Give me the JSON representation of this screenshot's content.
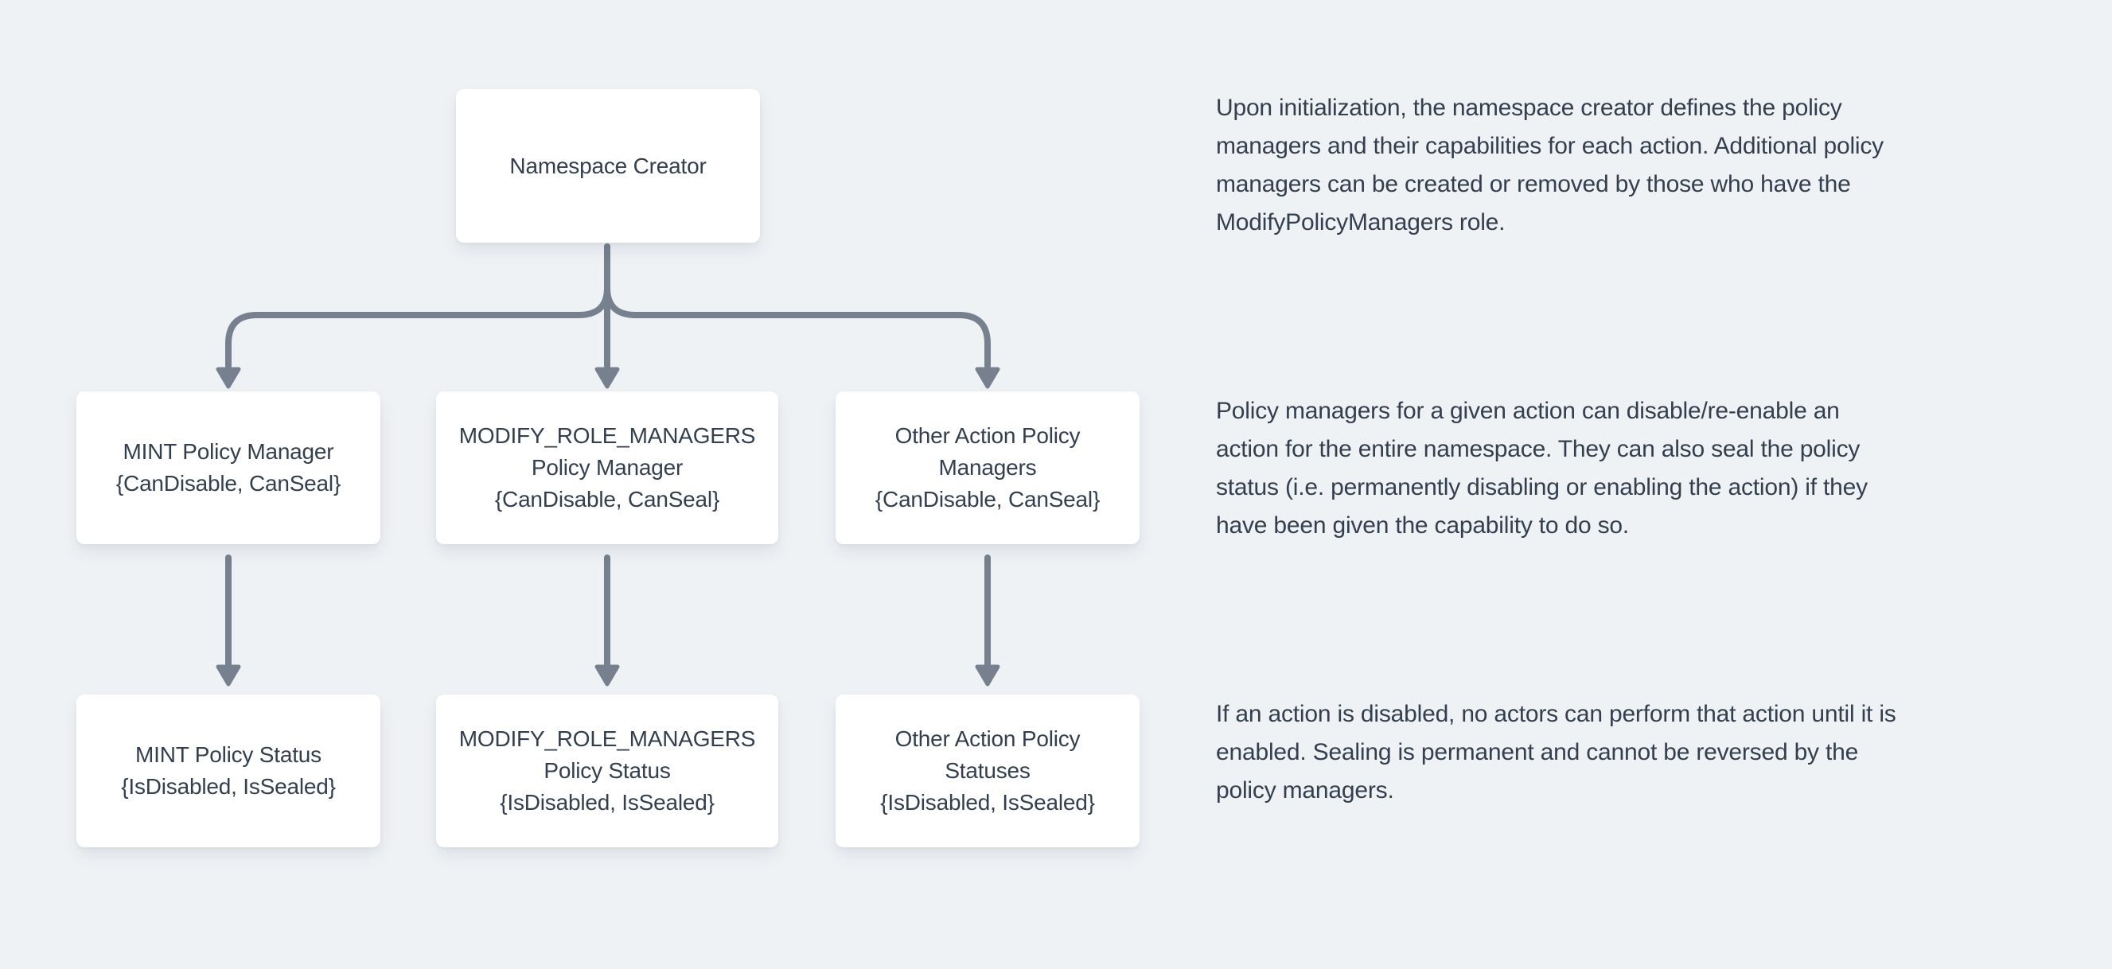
{
  "colors": {
    "background": "#EFF2F5",
    "box_fill": "#FFFFFF",
    "box_text": "#333E4E",
    "connector": "#76808E",
    "paragraph_text": "#333E4E"
  },
  "diagram": {
    "root": {
      "label": "Namespace Creator"
    },
    "managers": [
      {
        "label": "MINT Policy Manager\n{CanDisable, CanSeal}"
      },
      {
        "label": "MODIFY_ROLE_MANAGERS\nPolicy Manager\n{CanDisable, CanSeal}"
      },
      {
        "label": "Other Action Policy\nManagers\n{CanDisable, CanSeal}"
      }
    ],
    "statuses": [
      {
        "label": "MINT Policy Status\n{IsDisabled, IsSealed}"
      },
      {
        "label": "MODIFY_ROLE_MANAGERS\nPolicy Status\n{IsDisabled, IsSealed}"
      },
      {
        "label": "Other Action Policy\nStatuses\n{IsDisabled, IsSealed}"
      }
    ]
  },
  "annotations": [
    {
      "text": "Upon initialization, the namespace creator defines the policy\nmanagers and their capabilities for each action. Additional policy\nmanagers can be created or removed by those who have the\nModifyPolicyManagers role."
    },
    {
      "text": "Policy managers for a given action can disable/re-enable an\naction for the entire namespace. They can also seal the policy\nstatus (i.e. permanently disabling or enabling the action) if they\nhave been given the capability to do so."
    },
    {
      "text": "If an action is disabled, no actors can perform that action until it is\nenabled. Sealing is permanent and cannot be reversed by the\npolicy managers."
    }
  ]
}
